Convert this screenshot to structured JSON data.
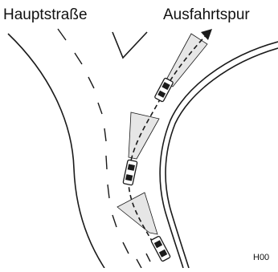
{
  "labels": {
    "main_road": "Hauptstraße",
    "exit_lane": "Ausfahrtspur",
    "figure_code": "H00"
  },
  "colors": {
    "road_edge": "#1a1a1a",
    "beam_fill": "#e6e6e6",
    "background": "#ffffff"
  },
  "vehicles": [
    {
      "name": "vehicle-top"
    },
    {
      "name": "vehicle-middle"
    },
    {
      "name": "vehicle-bottom"
    }
  ],
  "icons": {
    "direction_arrow": "arrow-up-right-icon"
  }
}
